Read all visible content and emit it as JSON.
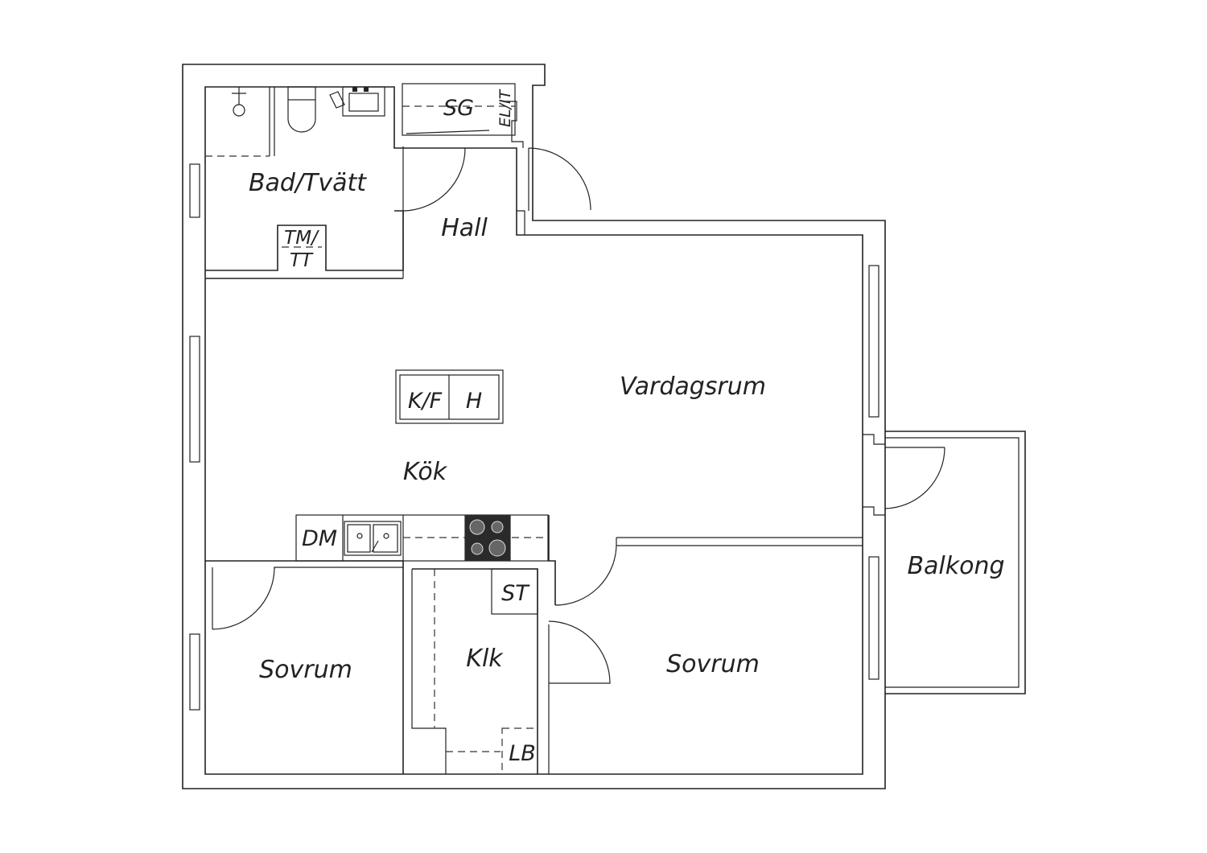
{
  "rooms": {
    "bad": "Bad/Tvätt",
    "hall": "Hall",
    "vardagsrum": "Vardagsrum",
    "kok": "Kök",
    "balkong": "Balkong",
    "sovrum_left": "Sovrum",
    "klk": "Klk",
    "sovrum_right": "Sovrum"
  },
  "fixtures": {
    "sg": "SG",
    "el_it": "EL/IT",
    "tm": "TM/",
    "tt": "TT",
    "kf": "K/F",
    "h": "H",
    "dm": "DM",
    "st": "ST",
    "lb": "LB"
  }
}
